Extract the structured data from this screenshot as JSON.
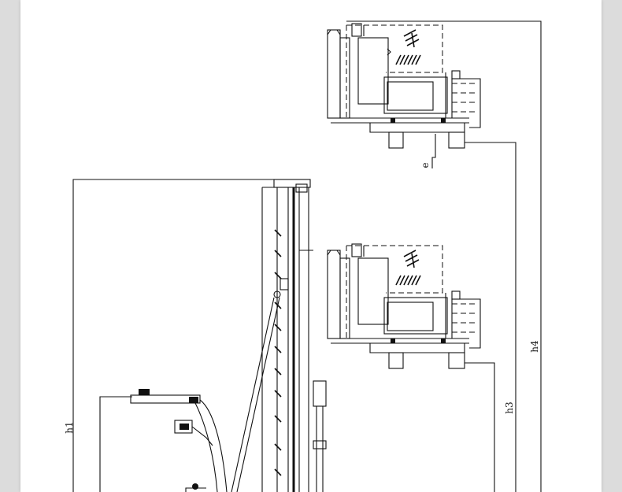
{
  "diagram": {
    "labels": {
      "h1": "h1",
      "h3": "h3",
      "h4": "h4",
      "e": "e"
    },
    "colors": {
      "page_background": "#dcdcdc",
      "sheet": "#ffffff",
      "ink": "#111111"
    }
  }
}
